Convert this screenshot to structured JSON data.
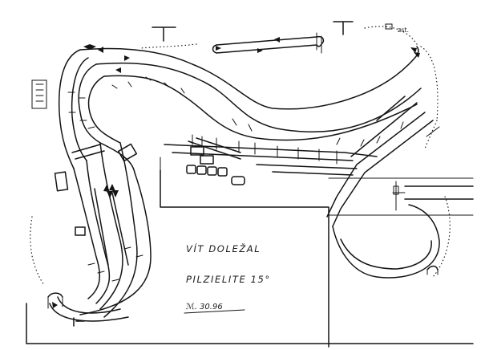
{
  "labels": {
    "author": "VÍT DOLEŽAL",
    "title": "PILZIELITE 15°",
    "station_mark": "zst.",
    "signature": "ℳ. 30.96"
  }
}
